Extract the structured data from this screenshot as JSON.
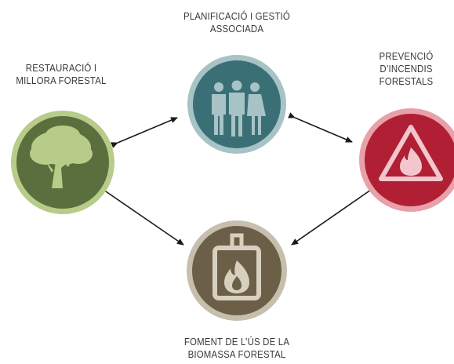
{
  "nodes": {
    "planning": {
      "line1": "PLANIFICACIÓ I GESTIÓ",
      "line2": "ASSOCIADA",
      "icon": "people-icon",
      "color": "#3b6f76",
      "ring_color": "#a7c3c5"
    },
    "restoration": {
      "line1": "RESTAURACIÓ I",
      "line2": "MILLORA FORESTAL",
      "icon": "tree-icon",
      "color": "#5b6f3e",
      "ring_color": "#b8cc8a"
    },
    "prevention": {
      "line1": "PREVENCIÓ",
      "line2": "D’INCENDIS",
      "line3": "FORESTALS",
      "icon": "fire-warning-icon",
      "color": "#b01f34",
      "ring_color": "#e8a0a9"
    },
    "biomass": {
      "line1": "FOMENT DE L’ÚS DE LA",
      "line2": "BIOMASSA FORESTAL",
      "icon": "stove-flame-icon",
      "color": "#6b5f48",
      "ring_color": "#c7bfae"
    }
  },
  "connections": [
    {
      "from": "restoration",
      "to": "planning",
      "type": "bidirectional"
    },
    {
      "from": "planning",
      "to": "prevention",
      "type": "bidirectional"
    },
    {
      "from": "restoration",
      "to": "biomass",
      "type": "directed"
    },
    {
      "from": "prevention",
      "to": "biomass",
      "type": "directed"
    }
  ]
}
